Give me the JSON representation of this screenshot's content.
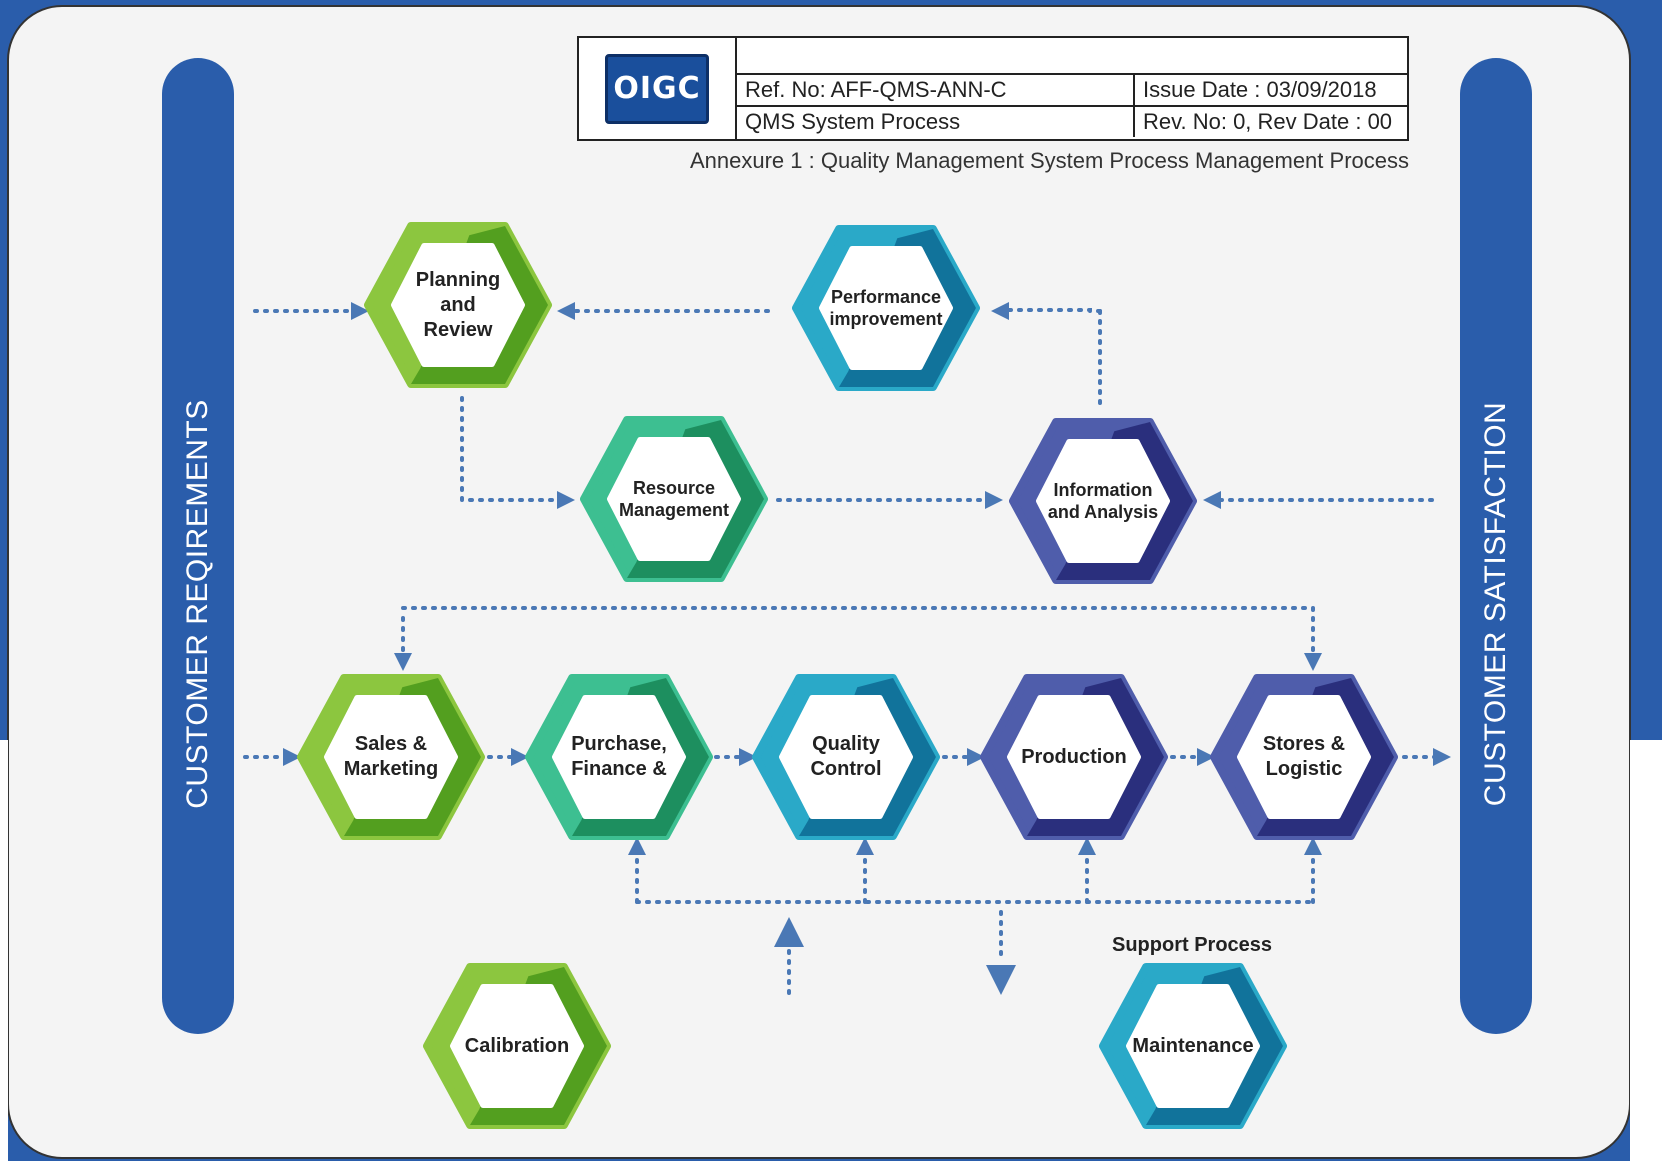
{
  "header": {
    "ref_no": "Ref. No: AFF-QMS-ANN-C",
    "issue_date": "Issue Date : 03/09/2018",
    "process": "QMS System Process",
    "rev": "Rev. No: 0, Rev Date : 00",
    "logo_text": "OIGC"
  },
  "annexure": "Annexure 1 : Quality Management System Process Management Process",
  "left_bar": "CUSTOMER REQIREMENTS",
  "right_bar": "CUSTOMER SATISFACTION",
  "support_label": "Support Process",
  "nodes": {
    "planning": {
      "label": "Planning\nand\nReview",
      "color": "#8cc63f",
      "dark": "#4d9a1c"
    },
    "performance": {
      "label": "Performance\nimprovement",
      "color": "#2aa9c8",
      "dark": "#0e6d96"
    },
    "resource": {
      "label": "Resource\nManagement",
      "color": "#3dbf91",
      "dark": "#1a8a5a"
    },
    "information": {
      "label": "Information\nand  Analysis",
      "color": "#4f5dab",
      "dark": "#262a78"
    },
    "sales": {
      "label": "Sales &\nMarketing",
      "color": "#8cc63f",
      "dark": "#4d9a1c"
    },
    "purchase": {
      "label": "Purchase,\nFinance &",
      "color": "#3dbf91",
      "dark": "#1a8a5a"
    },
    "quality": {
      "label": "Quality\nControl",
      "color": "#2aa9c8",
      "dark": "#0e6d96"
    },
    "production": {
      "label": "Production",
      "color": "#4f5dab",
      "dark": "#262a78"
    },
    "stores": {
      "label": "Stores &\nLogistic",
      "color": "#4f5dab",
      "dark": "#262a78"
    },
    "calibration": {
      "label": "Calibration",
      "color": "#8cc63f",
      "dark": "#4d9a1c"
    },
    "maintenance": {
      "label": "Maintenance",
      "color": "#2aa9c8",
      "dark": "#0e6d96"
    }
  },
  "colors": {
    "frame_blue": "#2a5dab",
    "canvas": "#f4f4f4",
    "connector": "#4a78b5"
  }
}
